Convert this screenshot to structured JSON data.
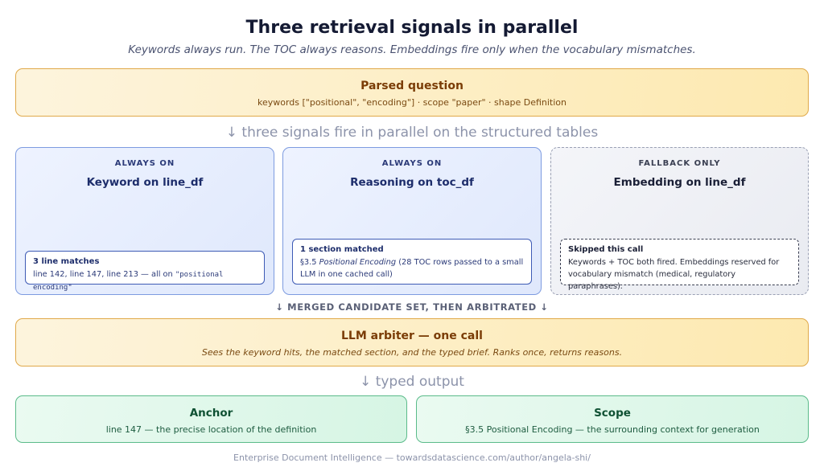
{
  "header": {
    "title": "Three retrieval signals in parallel",
    "subtitle": "Keywords always run. The TOC always reasons. Embeddings fire only when the vocabulary mismatches."
  },
  "parsed_question": {
    "title": "Parsed question",
    "detail": "keywords [\"positional\", \"encoding\"] · scope \"paper\" · shape Definition"
  },
  "flow_1": "↓ three signals fire in parallel on the structured tables",
  "signals": [
    {
      "badge": "ALWAYS ON",
      "title": "Keyword on line_df",
      "result_title": "3 line matches",
      "result_text_prefix": "line 142, line 147, line 213 — all on ",
      "result_code": "\"positional encoding\""
    },
    {
      "badge": "ALWAYS ON",
      "title": "Reasoning on toc_df",
      "result_title": "1 section matched",
      "result_text_prefix": "§3.5 ",
      "result_text_italic": "Positional Encoding",
      "result_text_suffix": " (28 TOC rows passed to a small LLM in one cached call)"
    },
    {
      "badge": "FALLBACK ONLY",
      "title": "Embedding on line_df",
      "result_title": "Skipped this call",
      "result_text": "Keywords + TOC both fired. Embeddings reserved for vocabulary mismatch (medical, regulatory paraphrases)."
    }
  ],
  "flow_2": "↓ MERGED CANDIDATE SET, THEN ARBITRATED ↓",
  "arbiter": {
    "title": "LLM arbiter — one call",
    "detail": "Sees the keyword hits, the matched section, and the typed brief. Ranks once, returns reasons."
  },
  "flow_3": "↓ typed output",
  "outputs": [
    {
      "title": "Anchor",
      "detail": "line 147 — the precise location of the definition"
    },
    {
      "title": "Scope",
      "detail": "§3.5 Positional Encoding — the surrounding context for generation"
    }
  ],
  "footer": "Enterprise Document Intelligence — towardsdatascience.com/author/angela-shi/",
  "colors": {
    "yellow_border": "#e0a94a",
    "blue_border": "#7d9be0",
    "gray_border": "#9aa0b4",
    "green_border": "#5bbb8a"
  }
}
